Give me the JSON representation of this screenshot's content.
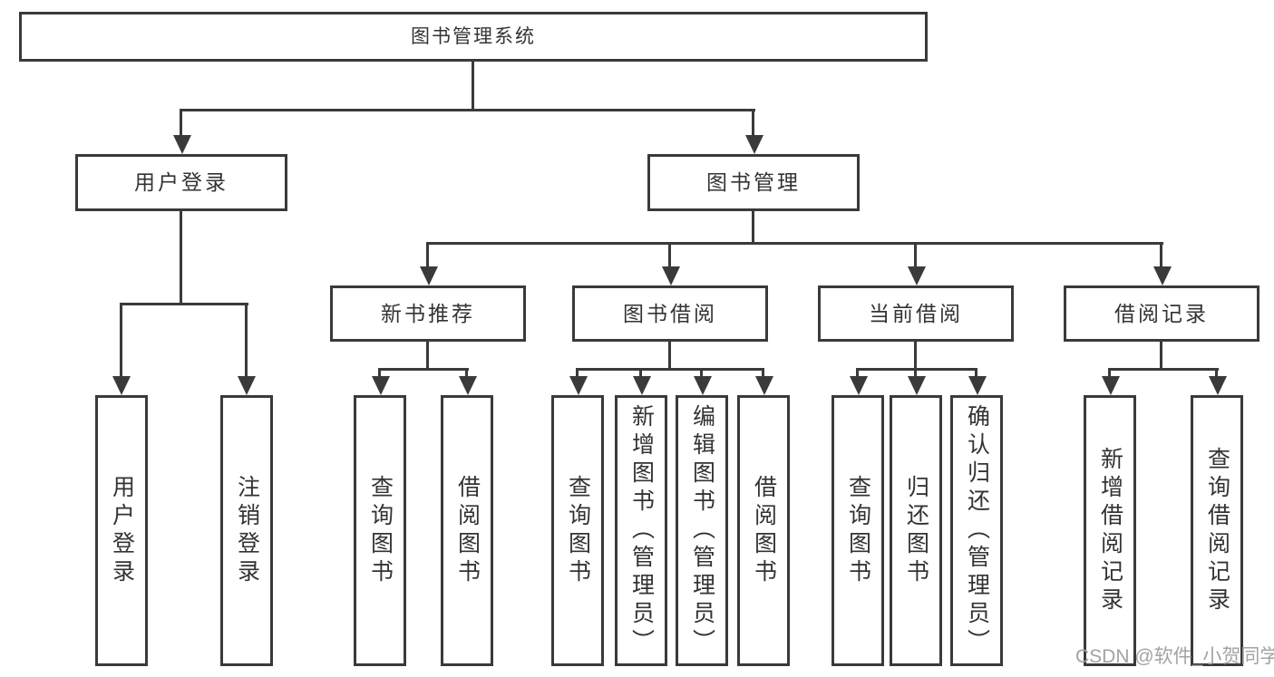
{
  "nodes": {
    "root": "图书管理系统",
    "level2": [
      {
        "label": "用户登录"
      },
      {
        "label": "图书管理"
      }
    ],
    "level3": [
      {
        "label": "新书推荐"
      },
      {
        "label": "图书借阅"
      },
      {
        "label": "当前借阅"
      },
      {
        "label": "借阅记录"
      }
    ],
    "leaves": [
      {
        "label": "用户登录"
      },
      {
        "label": "注销登录"
      },
      {
        "label": "查询图书"
      },
      {
        "label": "借阅图书"
      },
      {
        "label": "查询图书"
      },
      {
        "label": "新增图书（管理员）"
      },
      {
        "label": "编辑图书（管理员）"
      },
      {
        "label": "借阅图书"
      },
      {
        "label": "查询图书"
      },
      {
        "label": "归还图书"
      },
      {
        "label": "确认归还（管理员）"
      },
      {
        "label": "新增借阅记录"
      },
      {
        "label": "查询借阅记录"
      }
    ]
  },
  "watermark": "CSDN @软件_小贺同学",
  "colors": {
    "line": "#3a3a3a",
    "text": "#333333",
    "watermark": "#a3a3a3",
    "background": "#ffffff"
  }
}
